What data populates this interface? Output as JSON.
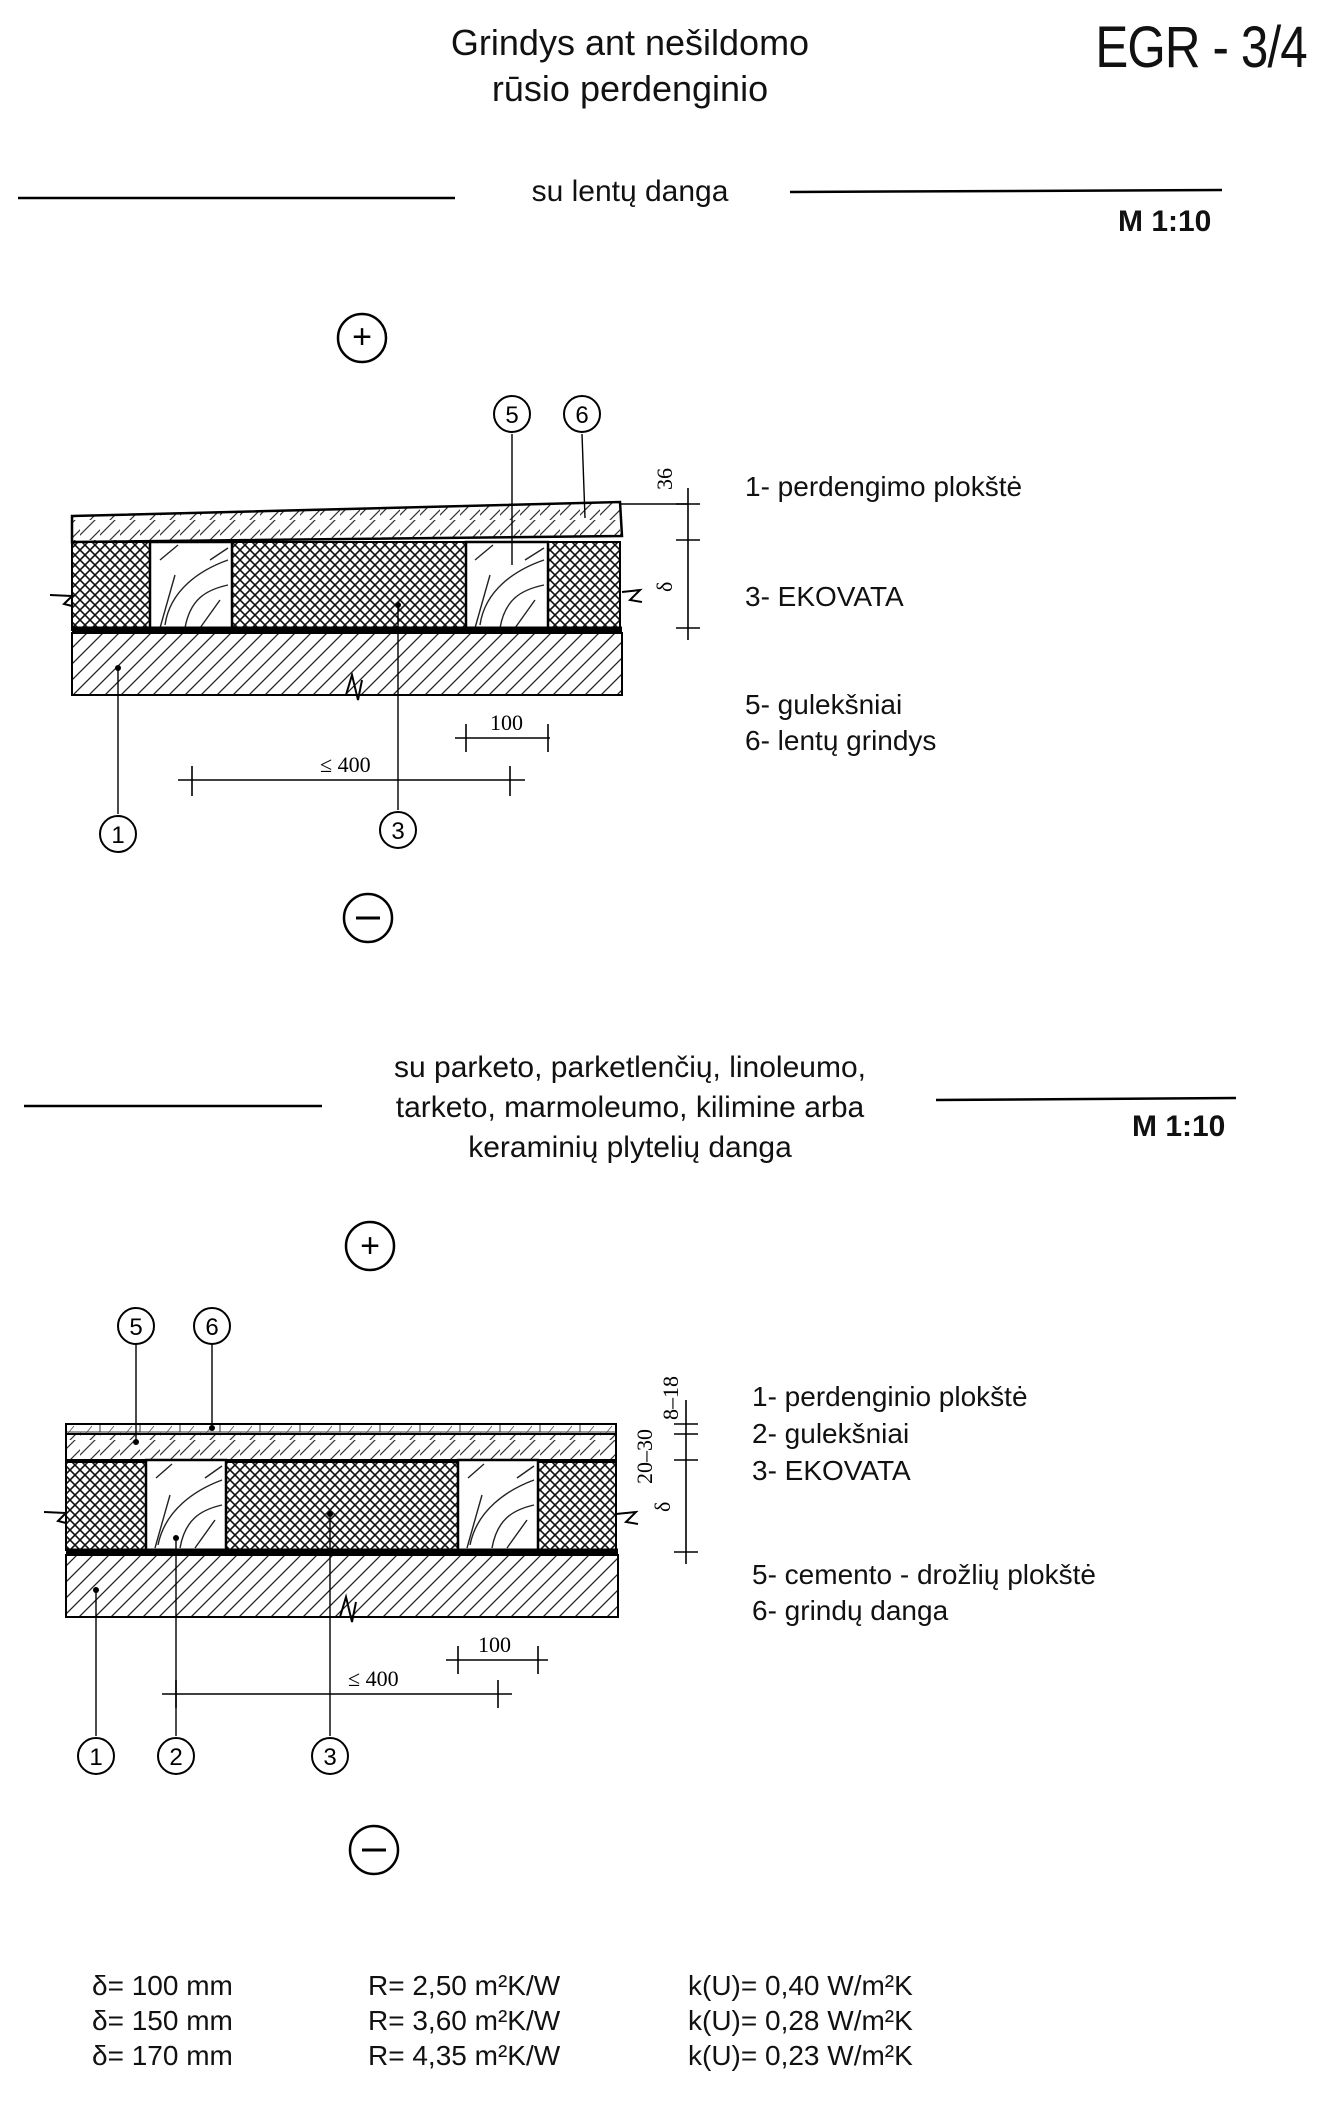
{
  "header": {
    "title_line1": "Grindys ant nešildomo",
    "title_line2": "rūsio perdenginio",
    "code": "EGR - 3/4"
  },
  "section1": {
    "subtitle": "su lentų danga",
    "scale": "M 1:10",
    "plus": "+",
    "minus": "−",
    "callouts": [
      "5",
      "6",
      "1",
      "3"
    ],
    "dims": {
      "top": "36",
      "delta": "δ",
      "spacing": "100",
      "max": "≤ 400"
    },
    "legend": [
      "1- perdengimo plokštė",
      "3- EKOVATA",
      "5- gulekšniai",
      "6- lentų grindys"
    ]
  },
  "section2": {
    "subtitle_line1": "su parketo, parketlenčių, linoleumo,",
    "subtitle_line2": "tarketo, marmoleumo, kilimine arba",
    "subtitle_line3": "keraminių plytelių danga",
    "scale": "M 1:10",
    "plus": "+",
    "minus": "−",
    "callouts": [
      "5",
      "6",
      "1",
      "2",
      "3"
    ],
    "dims": {
      "top1": "8–18",
      "top2": "20–30",
      "delta": "δ",
      "spacing": "100",
      "max": "≤ 400"
    },
    "legend": [
      "1- perdenginio plokštė",
      "2- gulekšniai",
      "3- EKOVATA",
      "5- cemento - drožlių plokštė",
      "6- grindų danga"
    ]
  },
  "table": {
    "rows": [
      {
        "delta": "δ= 100 mm",
        "r": "R= 2,50 m²K/W",
        "k": "k(U)= 0,40 W/m²K"
      },
      {
        "delta": "δ= 150 mm",
        "r": "R= 3,60 m²K/W",
        "k": "k(U)= 0,28 W/m²K"
      },
      {
        "delta": "δ= 170 mm",
        "r": "R= 4,35 m²K/W",
        "k": "k(U)= 0,23 W/m²K"
      }
    ]
  }
}
